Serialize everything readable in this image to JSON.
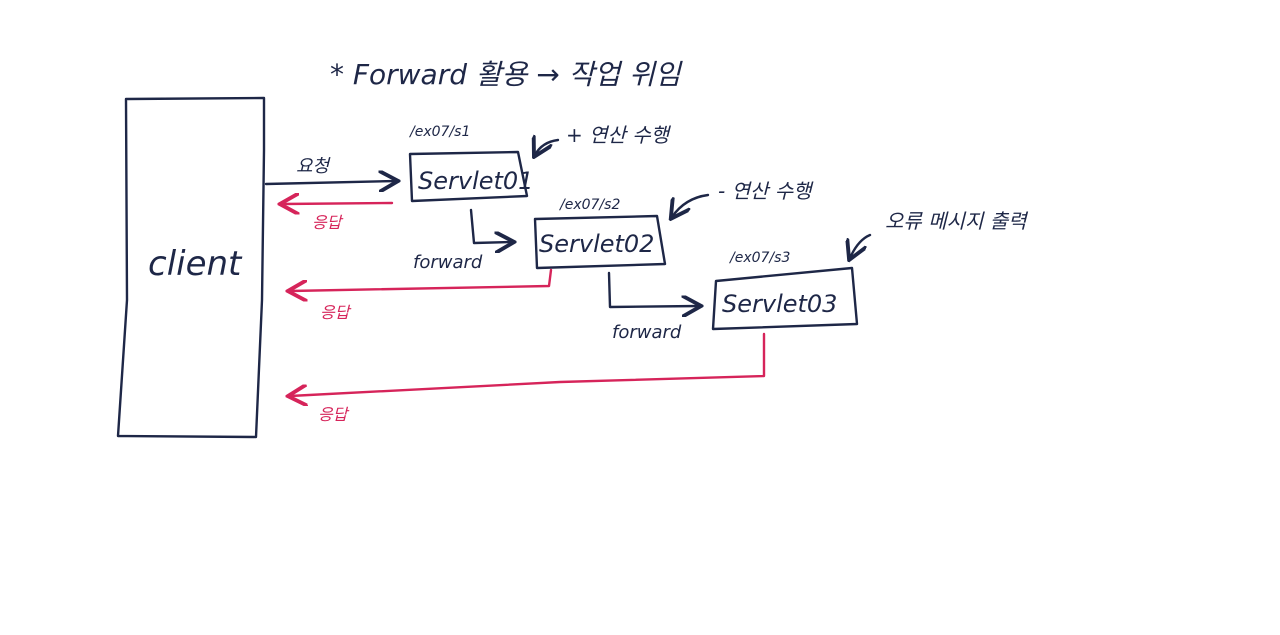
{
  "title": "* Forward 활용 → 작업 위임",
  "client": {
    "label": "client"
  },
  "servlets": [
    {
      "url": "/ex07/s1",
      "label": "Servlet01",
      "note": "+ 연산 수행"
    },
    {
      "url": "/ex07/s2",
      "label": "Servlet02",
      "note": "- 연산 수행"
    },
    {
      "url": "/ex07/s3",
      "label": "Servlet03",
      "note": "오류 메시지 출력"
    }
  ],
  "edges": {
    "request_label": "요청",
    "response_label": "응답",
    "forward_label": "forward"
  },
  "colors": {
    "ink": "#1e2747",
    "response": "#d6245a",
    "background": "#ffffff"
  }
}
